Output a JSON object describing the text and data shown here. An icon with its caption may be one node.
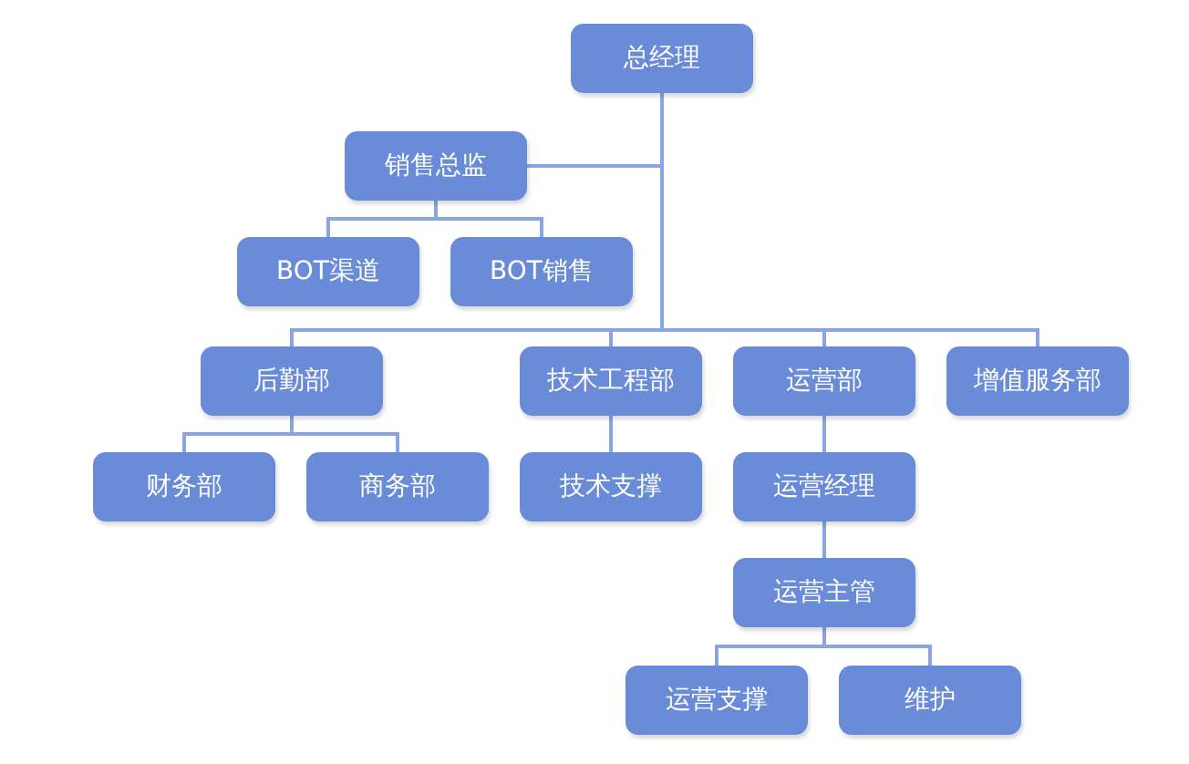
{
  "diagram": {
    "nodes": [
      {
        "text": [
          "总经理"
        ]
      },
      {
        "text": [
          "销售总监"
        ]
      },
      {
        "text": [
          "BOT渠道"
        ]
      },
      {
        "text": [
          "BOT销售"
        ]
      },
      {
        "text": [
          "后勤部"
        ]
      },
      {
        "text": [
          "技术工程部"
        ]
      },
      {
        "text": [
          "运营部"
        ]
      },
      {
        "text": [
          "增值服务部"
        ]
      },
      {
        "text": [
          "财务部"
        ]
      },
      {
        "text": [
          "商务部"
        ]
      },
      {
        "text": [
          "技术支撑"
        ]
      },
      {
        "text": [
          "运营经理"
        ]
      },
      {
        "text": [
          "运营主管"
        ]
      },
      {
        "text": [
          "运营支撑"
        ]
      },
      {
        "text": [
          "维护"
        ]
      }
    ],
    "edges": [
      {
        "from": 0,
        "to": 1,
        "arrow": "none"
      },
      {
        "from": 1,
        "to": 2,
        "arrow": "none"
      },
      {
        "from": 1,
        "to": 3,
        "arrow": "none"
      },
      {
        "from": 0,
        "to": 4,
        "arrow": "none"
      },
      {
        "from": 0,
        "to": 5,
        "arrow": "none"
      },
      {
        "from": 0,
        "to": 6,
        "arrow": "none"
      },
      {
        "from": 0,
        "to": 7,
        "arrow": "none"
      },
      {
        "from": 4,
        "to": 8,
        "arrow": "none"
      },
      {
        "from": 4,
        "to": 9,
        "arrow": "none"
      },
      {
        "from": 5,
        "to": 10,
        "arrow": "none"
      },
      {
        "from": 6,
        "to": 11,
        "arrow": "none"
      },
      {
        "from": 11,
        "to": 12,
        "arrow": "none"
      },
      {
        "from": 12,
        "to": 13,
        "arrow": "none"
      },
      {
        "from": 12,
        "to": 14,
        "arrow": "none"
      }
    ]
  }
}
